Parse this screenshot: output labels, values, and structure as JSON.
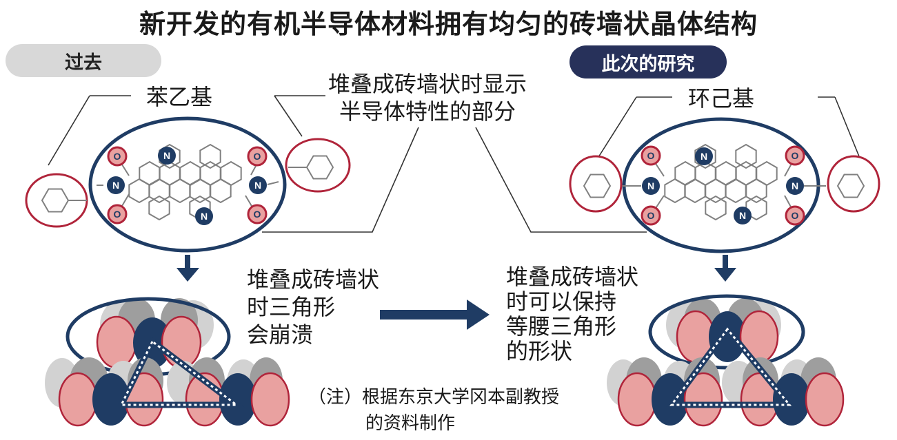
{
  "title": "新开发的有机半导体材料拥有均匀的砖墙状晶体结构",
  "labels": {
    "past": "过去",
    "current": "此次的研究",
    "phenethyl": "苯乙基",
    "cyclohexyl": "环己基",
    "semiconductor_part": [
      "堆叠成砖墙状时显示",
      "半导体特性的部分"
    ],
    "left_description": [
      "堆叠成砖墙状",
      "时三角形",
      "会崩溃"
    ],
    "right_description": [
      "堆叠成砖墙状",
      "时可以保持",
      "等腰三角形",
      "的形状"
    ],
    "note": [
      "（注）根据东京大学冈本副教授",
      "的资料制作"
    ]
  },
  "atoms": {
    "nitrogen": "N",
    "oxygen": "O"
  },
  "colors": {
    "navy": "#1f3c64",
    "dark_pill": "#27315a",
    "red_ring": "#b0243a",
    "pink_fill": "#e9a1a0",
    "gray_molecule": "#808080",
    "light_gray": "#d2d2d2",
    "mid_gray": "#9e9e9e"
  }
}
